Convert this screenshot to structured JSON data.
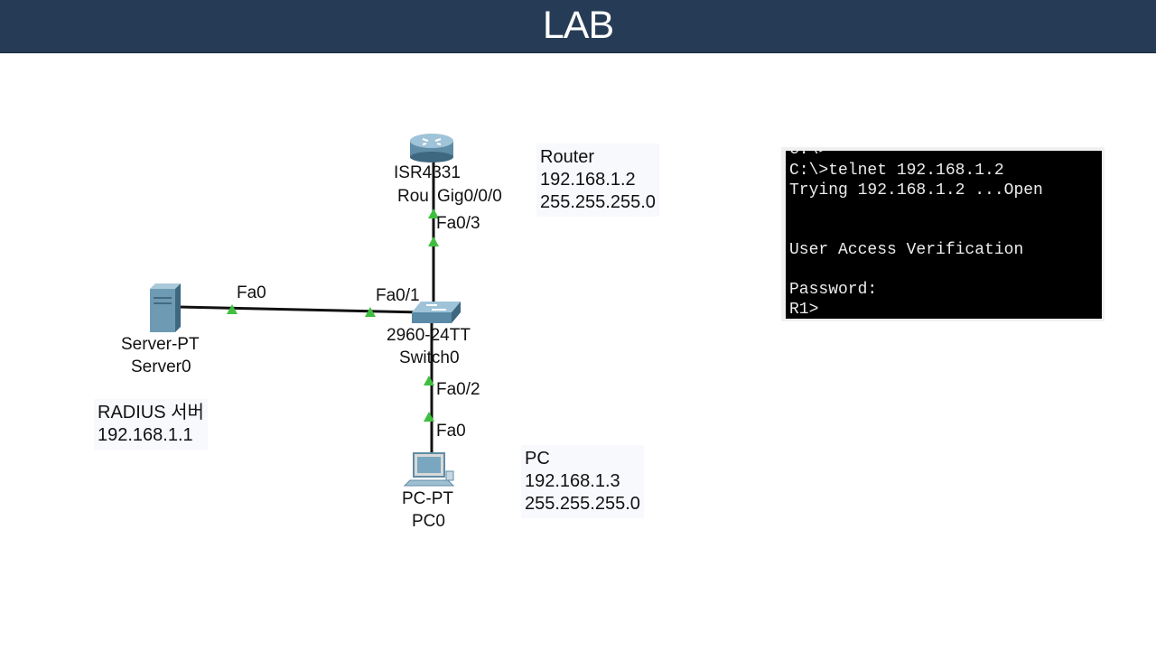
{
  "header": {
    "title": "LAB"
  },
  "devices": {
    "router": {
      "model": "ISR4331",
      "name": "Rou",
      "port_gig": "Gig0/0/0",
      "port_fa": "Fa0/3"
    },
    "switch": {
      "model": "2960-24TT",
      "name": "Switch0",
      "port_server": "Fa0/1",
      "port_pc": "Fa0/2"
    },
    "server": {
      "model": "Server-PT",
      "name": "Server0",
      "port": "Fa0"
    },
    "pc": {
      "model": "PC-PT",
      "name": "PC0",
      "port": "Fa0"
    }
  },
  "notes": {
    "router": {
      "title": "Router",
      "ip": "192.168.1.2",
      "mask": "255.255.255.0"
    },
    "server": {
      "title": "RADIUS 서버",
      "ip": "192.168.1.1"
    },
    "pc": {
      "title": "PC",
      "ip": "192.168.1.3",
      "mask": "255.255.255.0"
    }
  },
  "terminal": {
    "lines": [
      "C:\\>",
      "C:\\>telnet 192.168.1.2",
      "Trying 192.168.1.2 ...Open",
      "",
      "",
      "User Access Verification",
      "",
      "Password:",
      "R1>"
    ]
  },
  "colors": {
    "banner": "#263c56",
    "link_up": "#3fbf3f",
    "terminal_bg": "#000000"
  }
}
